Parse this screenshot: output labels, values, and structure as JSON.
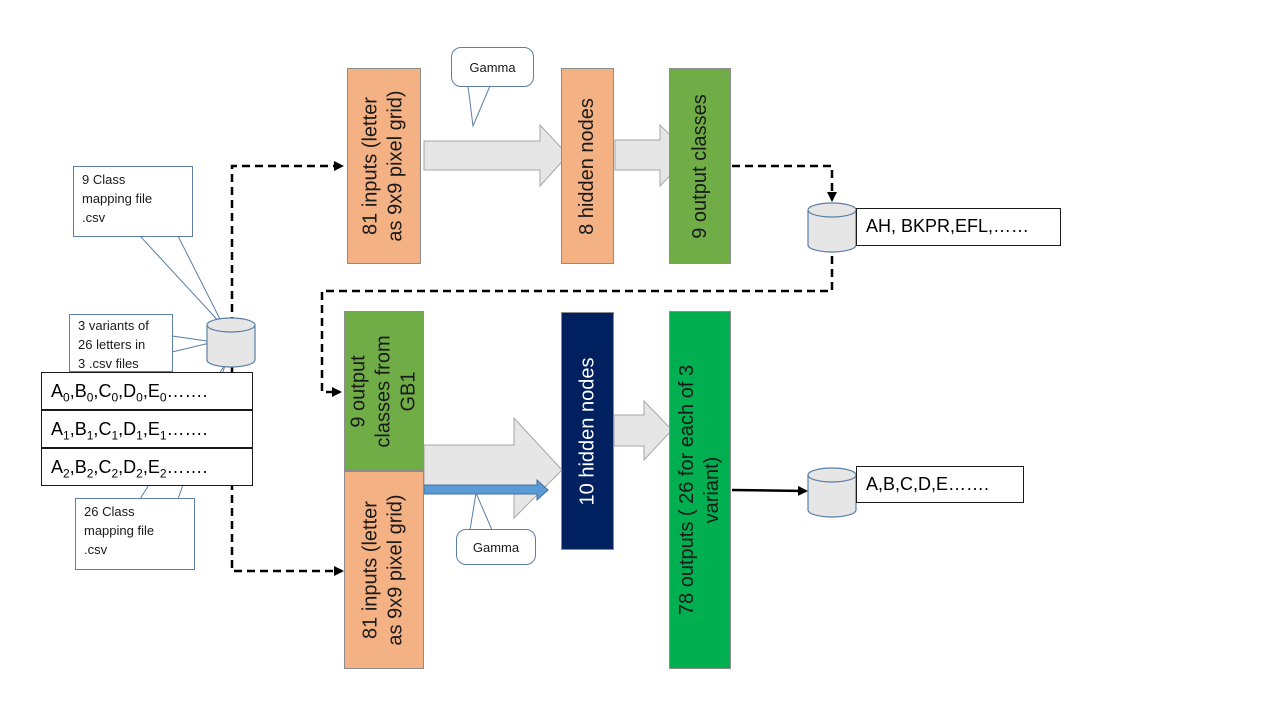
{
  "colors": {
    "peach": "#f4b183",
    "green_mid": "#70ad47",
    "green_bright": "#00b050",
    "navy": "#002060",
    "arrow_fill": "#e7e6e6",
    "arrow_blue": "#5b9bd5",
    "cylinder_fill": "#e7e6e6",
    "callout_border": "#5b7fa6"
  },
  "top_network": {
    "inputs_line1": "81 inputs (letter",
    "inputs_line2": "as 9x9 pixel grid)",
    "hidden": "8 hidden nodes",
    "output": "9 output classes",
    "gamma": "Gamma"
  },
  "bottom_network": {
    "classes_line1": "9 output",
    "classes_line2": "classes from",
    "classes_line3": "GB1",
    "inputs_line1": "81 inputs (letter",
    "inputs_line2": "as 9x9 pixel grid)",
    "hidden": "10 hidden nodes",
    "output_line1": "78 outputs ( 26 for each of 3",
    "output_line2": "variant)",
    "gamma": "Gamma"
  },
  "callouts": {
    "class9_line1": "9 Class",
    "class9_line2": "mapping file",
    "class9_line3": ".csv",
    "variants_line1": "3 variants of",
    "variants_line2": "26 letters in",
    "variants_line3": "3 .csv files",
    "class26_line1": "26 Class",
    "class26_line2": "mapping file",
    "class26_line3": ".csv"
  },
  "results": {
    "top": "AH, BKPR,EFL,……",
    "bottom": "A,B,C,D,E……."
  },
  "letter_rows": [
    {
      "letters": [
        "A",
        "B",
        "C",
        "D",
        "E"
      ],
      "sub": "0",
      "tail": "……."
    },
    {
      "letters": [
        "A",
        "B",
        "C",
        "D",
        "E"
      ],
      "sub": "1",
      "tail": "……."
    },
    {
      "letters": [
        "A",
        "B",
        "C",
        "D",
        "E"
      ],
      "sub": "2",
      "tail": "……."
    }
  ]
}
